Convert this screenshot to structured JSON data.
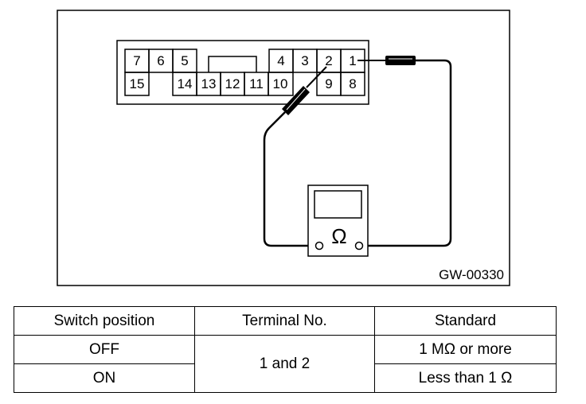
{
  "diagram": {
    "figure_id": "GW-00330",
    "meter_symbol": "Ω",
    "pins_top": [
      "7",
      "6",
      "5",
      "4",
      "3",
      "2",
      "1"
    ],
    "pins_bottom": [
      "15",
      "14",
      "13",
      "12",
      "11",
      "10",
      "9",
      "8"
    ]
  },
  "table": {
    "headers": [
      "Switch position",
      "Terminal No.",
      "Standard"
    ],
    "rows": [
      {
        "switch_position": "OFF",
        "standard": "1 MΩ or more"
      },
      {
        "switch_position": "ON",
        "standard": "Less than 1 Ω"
      }
    ],
    "terminal_no": "1 and 2"
  }
}
